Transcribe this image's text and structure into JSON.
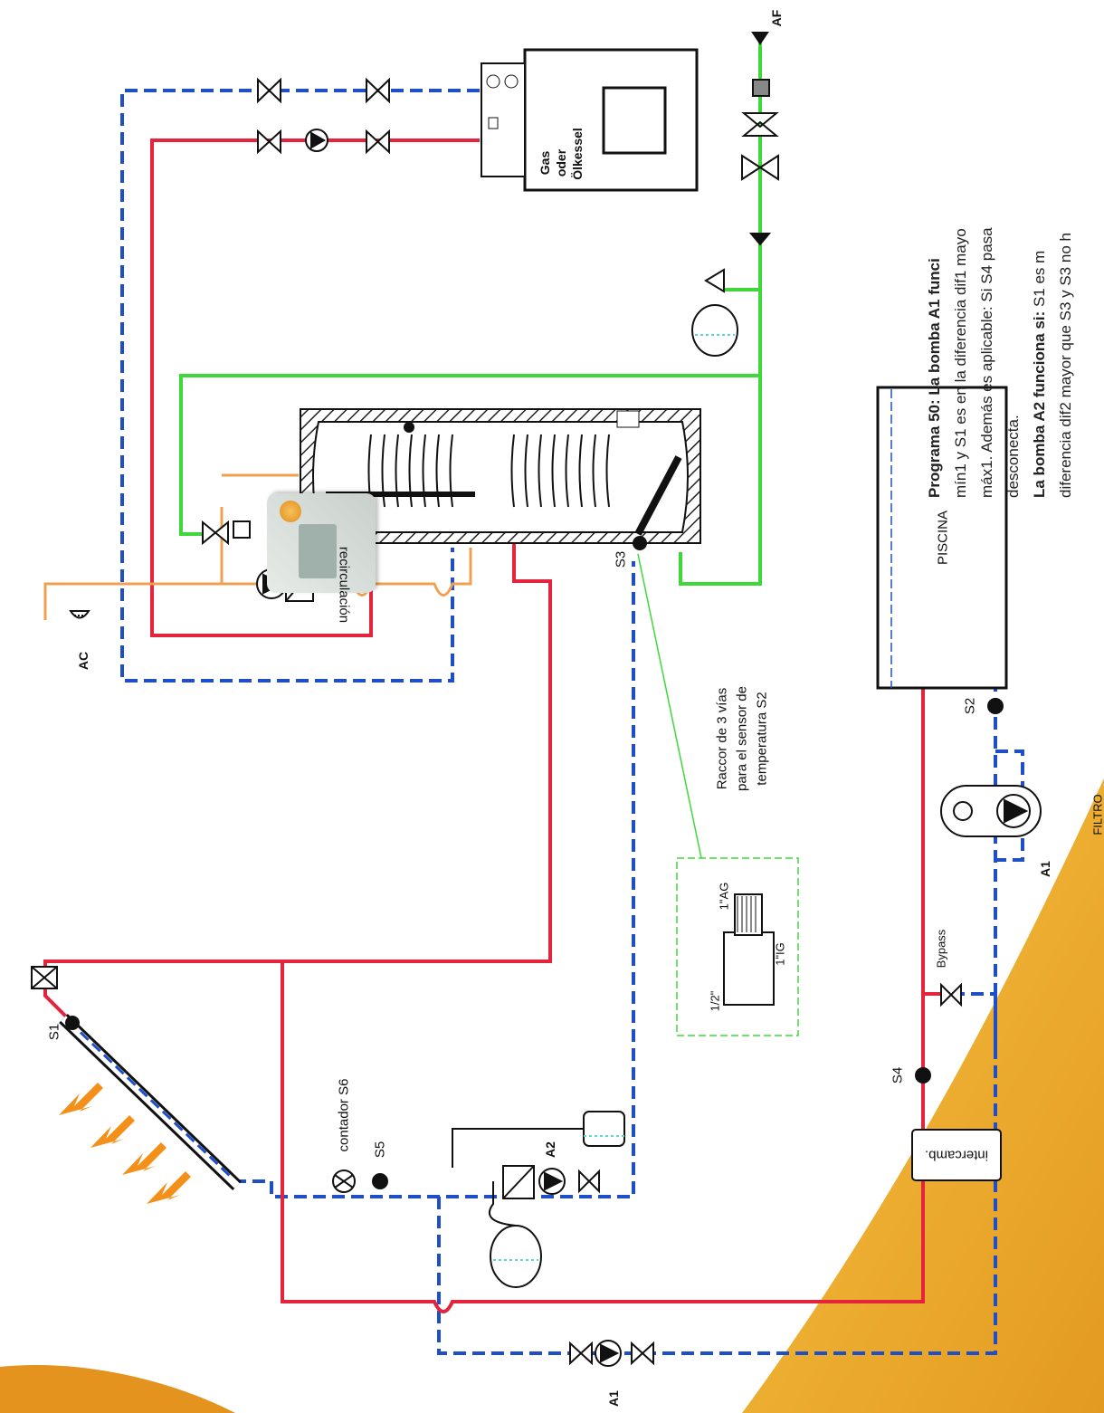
{
  "description_text": {
    "line1_bold": "Programa 50: La bomba A1 funci",
    "line1_rest": "",
    "line2": "mín1 y S1 es en la diferencia dif1 mayo",
    "line3": "máx1. Además es aplicable: Si S4 pasa",
    "line4": "desconecta.",
    "line5_bold": "La bomba A2 funciona si:",
    "line5_rest": " S1 es m",
    "line6": "diferencia dif2 mayor que S3 y S3 no h"
  },
  "labels": {
    "boiler": "Gas oder Ölkessel",
    "boiler_l1": "Gas",
    "boiler_l2": "oder",
    "boiler_l3": "Ölkessel",
    "af": "AF",
    "ac": "AC",
    "recirculation": "recirculación",
    "s1": "S1",
    "s2": "S2",
    "s3": "S3",
    "s4": "S4",
    "s5": "S5",
    "counter_s6": "contador S6",
    "a1_pool": "A1",
    "a1_bottom": "A1",
    "a2": "A2",
    "pool": "PISCINA",
    "filter": "FILTRO",
    "bypass": "Bypass",
    "heat_exchanger": "intercamb.",
    "raccord_l1": "Raccor de 3 vías",
    "raccord_l2": "para el sensor de",
    "raccord_l3": "temperatura S2",
    "fitting_half": "1/2\"",
    "fitting_ag": "1\"AG",
    "fitting_ig": "1\"IG"
  },
  "colors": {
    "hot_line": "#e4233d",
    "cold_line": "#1f4fc8",
    "drinking_water": "#3fd83a",
    "hot_water_out": "#f0a050",
    "sun_arrows": "#f39019",
    "accent_swoosh": "#e8a526"
  },
  "icons": [
    "sun-arrows-icon",
    "solar-collector-icon",
    "pump-icon",
    "valve-icon",
    "expansion-vessel-icon",
    "mixing-valve-icon",
    "shower-icon",
    "sensor-icon",
    "flow-meter-icon",
    "tank-icon"
  ]
}
